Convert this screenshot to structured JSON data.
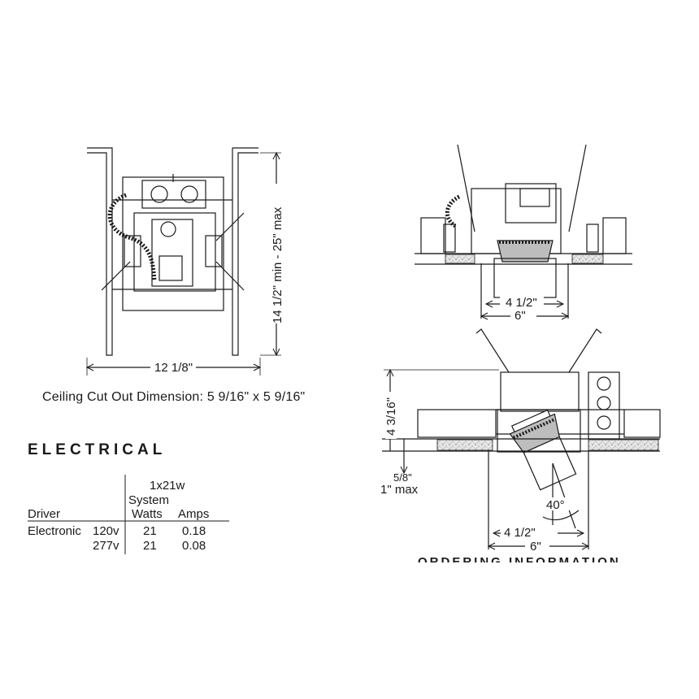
{
  "plan_view": {
    "height_dimension": "14 1/2\" min - 25\" max",
    "width_dimension": "12 1/8\""
  },
  "ceiling_cutout": "Ceiling Cut Out Dimension: 5 9/16\" x 5 9/16\"",
  "side_view_top": {
    "inner_width": "4 1/2\"",
    "outer_width": "6\""
  },
  "side_view_bottom": {
    "height": "4 3/16\"",
    "offset": "5/8\"",
    "max_ceiling": "1\" max",
    "tilt_angle": "40°",
    "inner_width": "4 1/2\"",
    "outer_width": "6\""
  },
  "electrical": {
    "title": "ELECTRICAL",
    "config": "1x21w",
    "headers": [
      "Driver",
      "System",
      "Watts",
      "Amps"
    ],
    "rows": [
      {
        "driver": "Electronic",
        "voltage": "120v",
        "watts": "21",
        "amps": "0.18"
      },
      {
        "driver": "",
        "voltage": "277v",
        "watts": "21",
        "amps": "0.08"
      }
    ]
  },
  "cropped_footer": "ORDERING INFORMATION"
}
